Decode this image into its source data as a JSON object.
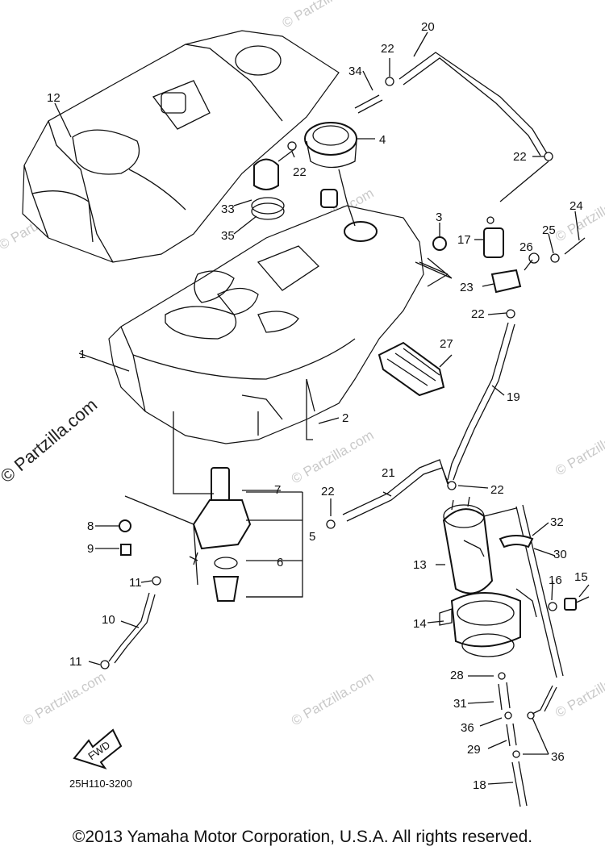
{
  "diagram": {
    "drawing_code": "25H110-3200",
    "fwd_label": "FWD",
    "watermark": "© Partzilla.com",
    "copyright": "©2013  Yamaha Motor Corporation, U.S.A. All rights reserved.",
    "parts": [
      "1",
      "2",
      "3",
      "4",
      "5",
      "6",
      "7",
      "8",
      "9",
      "10",
      "11",
      "11",
      "12",
      "13",
      "14",
      "15",
      "16",
      "17",
      "18",
      "19",
      "20",
      "21",
      "22",
      "22",
      "22",
      "22",
      "22",
      "22",
      "23",
      "24",
      "25",
      "26",
      "27",
      "28",
      "29",
      "30",
      "31",
      "32",
      "33",
      "34",
      "35",
      "36",
      "36"
    ]
  }
}
